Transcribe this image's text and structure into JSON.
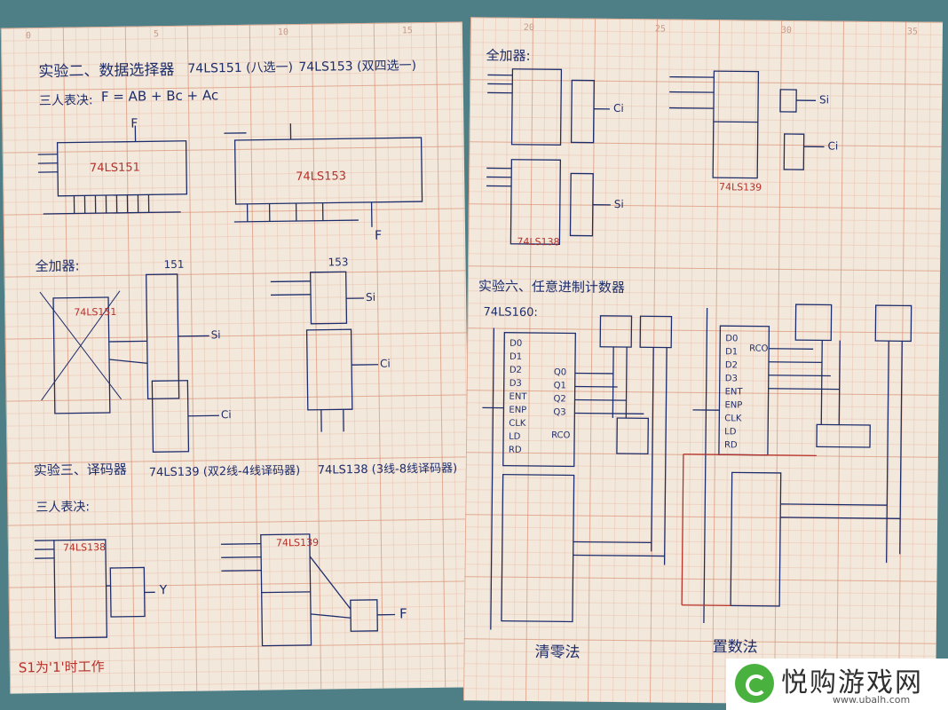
{
  "left_page": {
    "exp2_title": "实验二、数据选择器",
    "exp2_ic1": "74LS151 (八选一)",
    "exp2_ic2": "74LS153 (双四选一)",
    "vote_label": "三人表决:",
    "vote_formula": "F = AB + Bc + Ac",
    "chip151": "74LS151",
    "chip153": "74LS153",
    "full_adder_label": "全加器:",
    "label_151": "151",
    "label_153": "153",
    "exp3_title": "实验三、译码器",
    "exp3_ic1": "74LS139 (双2线-4线译码器)",
    "exp3_ic2": "74LS138 (3线-8线译码器)",
    "vote_label2": "三人表决:",
    "chip138": "74LS138",
    "chip139": "74LS139",
    "note_s1": "S1为'1'时工作",
    "sig_F": "F",
    "sig_Y": "Y",
    "sig_Si": "Si",
    "sig_Ci": "Ci"
  },
  "right_page": {
    "full_adder_label": "全加器:",
    "chip138": "74LS138",
    "chip139": "74LS139",
    "sig_Si": "Si",
    "sig_Ci": "Ci",
    "exp6_title": "实验六、任意进制计数器",
    "chip160": "74LS160:",
    "clear_method": "清零法",
    "preset_method": "置数法",
    "pin_labels": [
      "D0",
      "D1",
      "D2",
      "D3",
      "ENT",
      "ENP",
      "CLK",
      "LD",
      "RD"
    ],
    "out_labels": [
      "Q0",
      "Q1",
      "Q2",
      "Q3"
    ],
    "rco": "RCO"
  },
  "watermark": {
    "title": "悦购游戏网",
    "url": "www.ubalh.com"
  },
  "ruler_marks": [
    "0",
    "5",
    "10",
    "15",
    "20",
    "25",
    "30",
    "35"
  ]
}
